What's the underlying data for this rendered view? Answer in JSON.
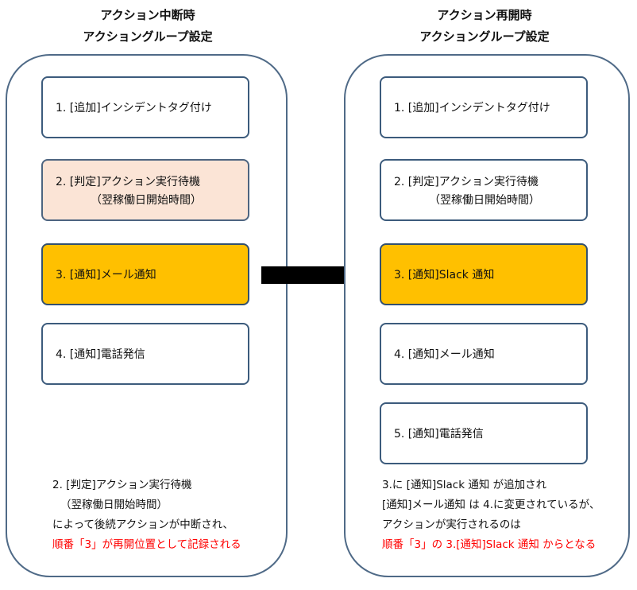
{
  "left": {
    "title_line1": "アクション中断時",
    "title_line2": "アクショングループ設定",
    "items": [
      {
        "line1": "1. [追加]インシデントタグ付け",
        "line2": ""
      },
      {
        "line1": "2. [判定]アクション実行待機",
        "line2": "（翌稼働日開始時間）"
      },
      {
        "line1": "3. [通知]メール通知",
        "line2": ""
      },
      {
        "line1": "4. [通知]電話発信",
        "line2": ""
      }
    ],
    "note": {
      "line1": "2. [判定]アクション実行待機",
      "line2": "（翌稼働日開始時間）",
      "line3": "によって後続アクションが中断され、",
      "line4": "順番「3」が再開位置として記録される"
    }
  },
  "right": {
    "title_line1": "アクション再開時",
    "title_line2": "アクショングループ設定",
    "items": [
      {
        "line1": "1. [追加]インシデントタグ付け",
        "line2": ""
      },
      {
        "line1": "2. [判定]アクション実行待機",
        "line2": "（翌稼働日開始時間）"
      },
      {
        "line1": "3. [通知]Slack 通知",
        "line2": ""
      },
      {
        "line1": "4. [通知]メール通知",
        "line2": ""
      },
      {
        "line1": "5. [通知]電話発信",
        "line2": ""
      }
    ],
    "note": {
      "line1": "3.に [通知]Slack 通知 が追加され",
      "line2": "[通知]メール通知 は 4.に変更されているが、",
      "line3": "アクションが実行されるのは",
      "line4": "順番「3」の 3.[通知]Slack 通知 からとなる"
    }
  },
  "colors": {
    "panel_border": "#4f6a87",
    "highlight_fill": "#ffc000",
    "waiting_fill": "#fbe4d6",
    "emphasis_text": "#ff0000",
    "arrow": "#000000"
  }
}
